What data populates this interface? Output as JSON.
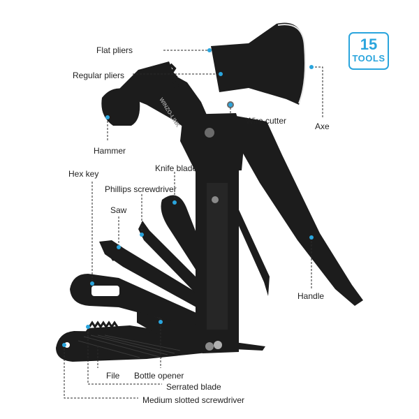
{
  "badge": {
    "count": "15",
    "unit": "TOOLS"
  },
  "brand_mark": "WINZO-LINK",
  "colors": {
    "accent": "#2aa5dd",
    "tool": "#1c1c1c",
    "text": "#1f1f1f"
  },
  "labels": {
    "flat_pliers": "Flat pliers",
    "regular_pliers": "Regular pliers",
    "hammer": "Hammer",
    "wire_cutter": "Wire cutter",
    "axe": "Axe",
    "hex_key": "Hex key",
    "knife_blade": "Knife blade",
    "phillips": "Phillips screwdriver",
    "saw": "Saw",
    "handle": "Handle",
    "file": "File",
    "bottle_opener": "Bottle opener",
    "serrated_blade": "Serrated blade",
    "medium_slotted": "Medium slotted screwdriver"
  }
}
